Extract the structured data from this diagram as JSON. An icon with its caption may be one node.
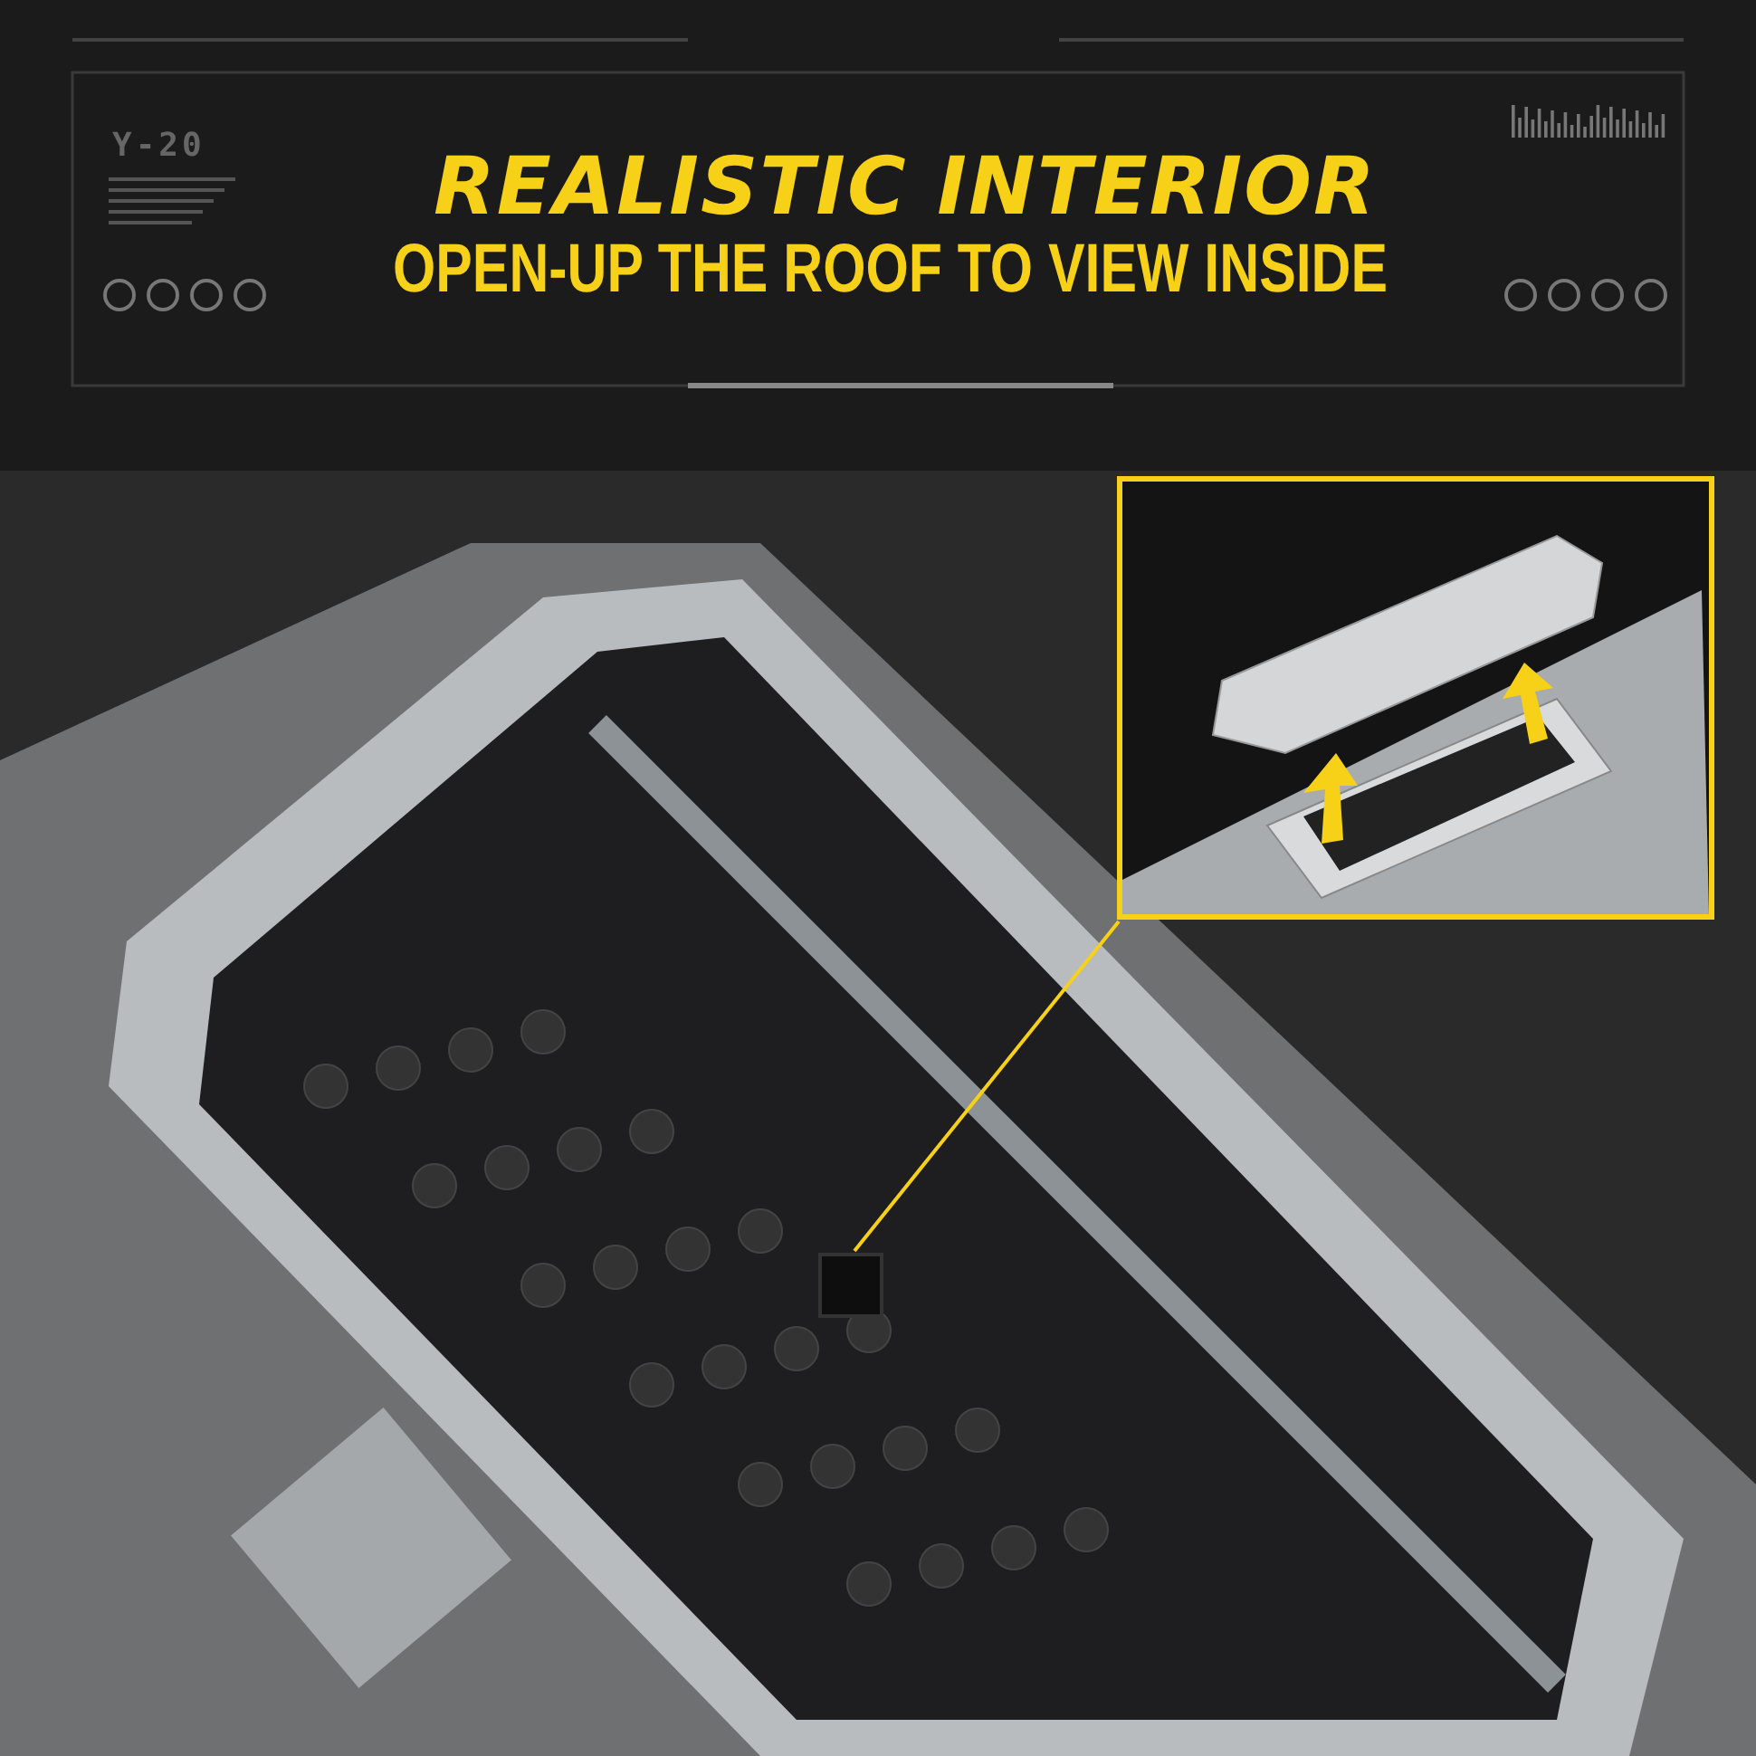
{
  "diagram": {
    "title": "REALISTIC INTERIOR",
    "nodes": [
      {
        "text": [],
        "shape": "picture"
      },
      {
        "text": [],
        "shape": "box"
      }
    ],
    "edges": [
      {
        "from": 0,
        "to": 1,
        "arrow": "none"
      }
    ],
    "labels": [
      "Y-20",
      "OPEN-UP THE ROOF TO VIEW INSIDE"
    ]
  }
}
